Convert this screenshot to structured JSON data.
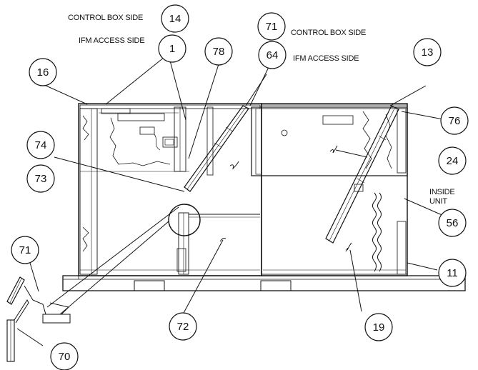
{
  "callouts": [
    {
      "id": "c14",
      "label": "14"
    },
    {
      "id": "c1",
      "label": "1"
    },
    {
      "id": "c78",
      "label": "78"
    },
    {
      "id": "c71top",
      "label": "71"
    },
    {
      "id": "c64",
      "label": "64"
    },
    {
      "id": "c13",
      "label": "13"
    },
    {
      "id": "c16",
      "label": "16"
    },
    {
      "id": "c76",
      "label": "76"
    },
    {
      "id": "c74",
      "label": "74"
    },
    {
      "id": "c24",
      "label": "24"
    },
    {
      "id": "c73",
      "label": "73"
    },
    {
      "id": "c56",
      "label": "56"
    },
    {
      "id": "c71left",
      "label": "71"
    },
    {
      "id": "c11",
      "label": "11"
    },
    {
      "id": "c72",
      "label": "72"
    },
    {
      "id": "c19",
      "label": "19"
    },
    {
      "id": "c70",
      "label": "70"
    }
  ],
  "notes": {
    "control_box_side_1": "CONTROL BOX SIDE",
    "ifm_access_side_1": "IFM ACCESS SIDE",
    "control_box_side_2": "CONTROL BOX SIDE",
    "ifm_access_side_2": "IFM ACCESS SIDE",
    "inside": "INSIDE",
    "unit": "UNIT"
  }
}
